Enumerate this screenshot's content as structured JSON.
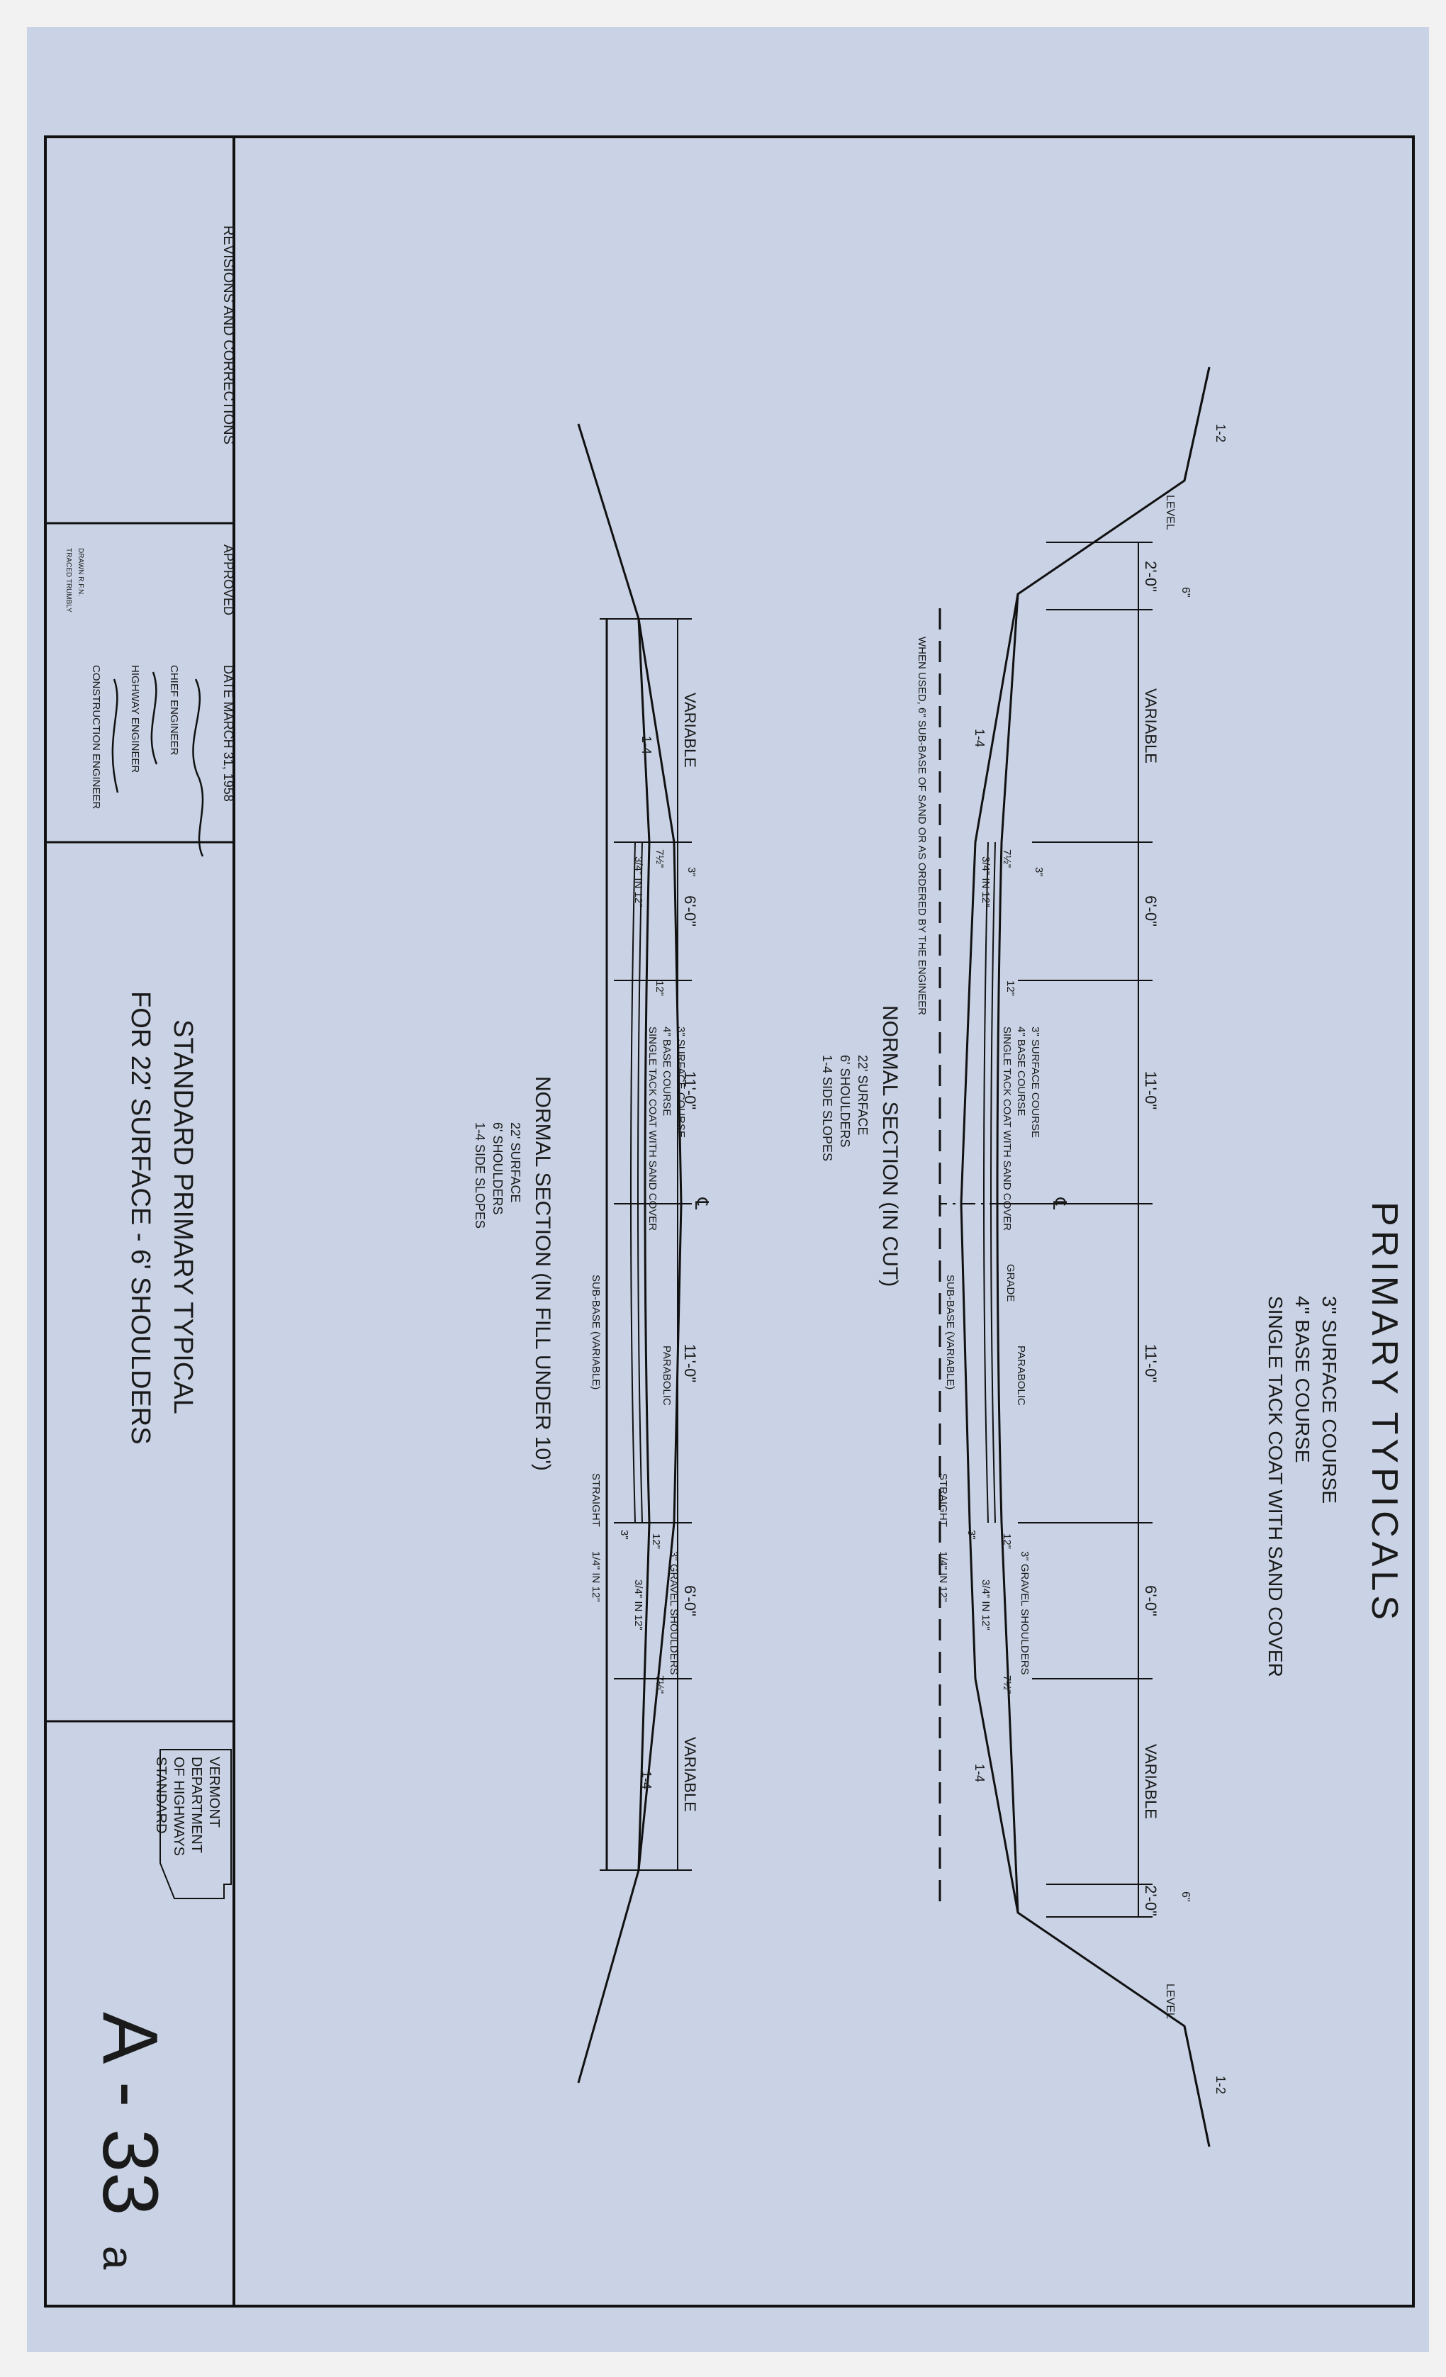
{
  "drawing": {
    "title": "PRIMARY TYPICALS",
    "course_lines": [
      "3\" SURFACE COURSE",
      "4\" BASE COURSE",
      "SINGLE TACK COAT WITH SAND COVER"
    ],
    "centerline": "℄"
  },
  "cut_section": {
    "title": "NORMAL SECTION (IN CUT)",
    "notes": [
      "22' SURFACE",
      "6' SHOULDERS",
      "1-4 SIDE SLOPES"
    ],
    "dims": [
      "2'-0\"",
      "VARIABLE",
      "6'-0\"",
      "11'-0\"",
      "11'-0\"",
      "6'-0\"",
      "VARIABLE",
      "2'-0\""
    ],
    "labels": {
      "slope_back": "1-2",
      "slope_ditch": "1-4",
      "level": "LEVEL",
      "six_in": "6\"",
      "subbase_note": "WHEN USED, 6\" SUB-BASE OF SAND OR AS ORDERED BY THE ENGINEER",
      "surface": "3\" SURFACE COURSE",
      "base": "4\" BASE COURSE",
      "tack": "SINGLE TACK COAT WITH SAND COVER",
      "grade": "GRADE",
      "parabolic": "PARABOLIC",
      "subbase": "SUB-BASE (VARIABLE)",
      "straight": "STRAIGHT",
      "slope_quarter": "1/4\" IN 12\"",
      "slope_34": "3/4\" IN 12\"",
      "gravel": "3\" GRAVEL SHOULDERS",
      "seven_half": "7½\"",
      "three": "3\"",
      "twelve": "12\""
    }
  },
  "fill_section": {
    "title": "NORMAL SECTION (IN FILL UNDER 10')",
    "notes": [
      "22' SURFACE",
      "6' SHOULDERS",
      "1-4 SIDE SLOPES"
    ],
    "dims": [
      "VARIABLE",
      "6'-0\"",
      "11'-0\"",
      "11'-0\"",
      "6'-0\"",
      "VARIABLE"
    ],
    "labels": {
      "slope": "1-4",
      "surface": "3\" SURFACE COURSE",
      "base": "4\" BASE COURSE",
      "tack": "SINGLE TACK COAT WITH SAND COVER",
      "parabolic": "PARABOLIC",
      "subbase": "SUB-BASE (VARIABLE)",
      "straight": "STRAIGHT",
      "slope_quarter": "1/4\" IN 12\"",
      "slope_34": "3/4\" IN 12\"",
      "gravel": "3\" GRAVEL SHOULDERS",
      "seven_half": "7½\"",
      "three": "3\"",
      "twelve": "12\""
    }
  },
  "title_block": {
    "revisions": "REVISIONS AND CORRECTIONS",
    "approved": "APPROVED",
    "date": "DATE MARCH 31, 1958",
    "chief_engineer": "CHIEF ENGINEER",
    "highway_engineer": "HIGHWAY ENGINEER",
    "construction_engineer": "CONSTRUCTION ENGINEER",
    "drawn": "DRAWN R.F.N.",
    "traced": "TRACED TRUMBLY",
    "standard_title_1": "STANDARD PRIMARY TYPICAL",
    "standard_title_2": "FOR 22' SURFACE - 6' SHOULDERS",
    "state": "VERMONT",
    "dept_1": "DEPARTMENT",
    "dept_2": "OF HIGHWAYS",
    "dept_3": "STANDARD",
    "sheet_no": "A - 33",
    "sheet_suffix": "a"
  }
}
